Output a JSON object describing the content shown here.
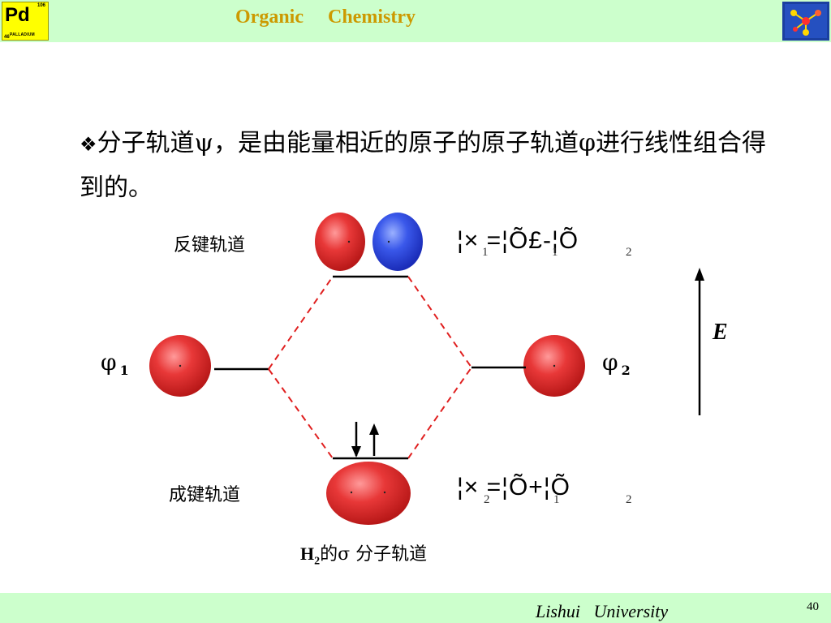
{
  "header": {
    "title": "Organic     Chemistry",
    "element_tile": {
      "symbol": "Pd",
      "mass": "106",
      "name": "PALLADIUM",
      "number": "46"
    },
    "logo_icon": "molecule-logo-icon"
  },
  "content": {
    "bullet_mark": "❖",
    "bullet_text": "分子轨道ψ，是由能量相近的原子的原子轨道φ进行线性组合得到的。"
  },
  "diagram": {
    "antibonding_label": "反键轨道",
    "bonding_label": "成键轨道",
    "phi1": {
      "symbol": "φ",
      "sub": "1"
    },
    "phi2": {
      "symbol": "φ",
      "sub": "2"
    },
    "antibonding_eq": "¦× =¦Õ£-¦Õ",
    "antibonding_subs": [
      "1",
      "1",
      "2"
    ],
    "bonding_eq": "¦× =¦Õ+¦Õ",
    "bonding_subs": [
      "2",
      "1",
      "2"
    ],
    "energy_axis_label": "E",
    "caption": {
      "molecule": "H",
      "molecule_sub": "2",
      "text": "的σ 分子轨道"
    },
    "colors": {
      "lobe_red": "#e03030",
      "lobe_blue": "#3050e0",
      "dashed_line": "#e02020"
    }
  },
  "footer": {
    "university": "Lishui   University",
    "page_number": "40"
  }
}
